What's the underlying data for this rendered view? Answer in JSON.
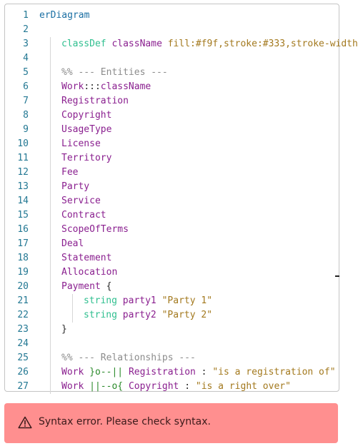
{
  "editor": {
    "colors": {
      "line_number": "#237893",
      "keyword": "#1a6fa3",
      "entity": "#8a1f8f",
      "comment": "#8c8c8c",
      "string": "#a3791e",
      "type": "#2fbf8f",
      "operator": "#2a8a2a",
      "default": "#2b2b2b"
    },
    "lines": [
      {
        "n": "1",
        "indent": 0,
        "tokens": [
          {
            "t": "erDiagram",
            "c": "keyword"
          }
        ]
      },
      {
        "n": "2",
        "indent": 0,
        "tokens": []
      },
      {
        "n": "3",
        "indent": 1,
        "tokens": [
          {
            "t": "classDef",
            "c": "type"
          },
          {
            "t": " className ",
            "c": "entity"
          },
          {
            "t": "fill:#f9f,stroke:#333,stroke-width",
            "c": "string"
          }
        ]
      },
      {
        "n": "4",
        "indent": 0,
        "tokens": []
      },
      {
        "n": "5",
        "indent": 1,
        "tokens": [
          {
            "t": "%% --- Entities ---",
            "c": "comment"
          }
        ]
      },
      {
        "n": "6",
        "indent": 1,
        "tokens": [
          {
            "t": "Work",
            "c": "entity"
          },
          {
            "t": ":::",
            "c": "default"
          },
          {
            "t": "className",
            "c": "entity"
          }
        ]
      },
      {
        "n": "7",
        "indent": 1,
        "tokens": [
          {
            "t": "Registration",
            "c": "entity"
          }
        ]
      },
      {
        "n": "8",
        "indent": 1,
        "tokens": [
          {
            "t": "Copyright",
            "c": "entity"
          }
        ]
      },
      {
        "n": "9",
        "indent": 1,
        "tokens": [
          {
            "t": "UsageType",
            "c": "entity"
          }
        ]
      },
      {
        "n": "10",
        "indent": 1,
        "tokens": [
          {
            "t": "License",
            "c": "entity"
          }
        ]
      },
      {
        "n": "11",
        "indent": 1,
        "tokens": [
          {
            "t": "Territory",
            "c": "entity"
          }
        ]
      },
      {
        "n": "12",
        "indent": 1,
        "tokens": [
          {
            "t": "Fee",
            "c": "entity"
          }
        ]
      },
      {
        "n": "13",
        "indent": 1,
        "tokens": [
          {
            "t": "Party",
            "c": "entity"
          }
        ]
      },
      {
        "n": "14",
        "indent": 1,
        "tokens": [
          {
            "t": "Service",
            "c": "entity"
          }
        ]
      },
      {
        "n": "15",
        "indent": 1,
        "tokens": [
          {
            "t": "Contract",
            "c": "entity"
          }
        ]
      },
      {
        "n": "16",
        "indent": 1,
        "tokens": [
          {
            "t": "ScopeOfTerms",
            "c": "entity"
          }
        ]
      },
      {
        "n": "17",
        "indent": 1,
        "tokens": [
          {
            "t": "Deal",
            "c": "entity"
          }
        ]
      },
      {
        "n": "18",
        "indent": 1,
        "tokens": [
          {
            "t": "Statement",
            "c": "entity"
          }
        ]
      },
      {
        "n": "19",
        "indent": 1,
        "tokens": [
          {
            "t": "Allocation",
            "c": "entity"
          }
        ]
      },
      {
        "n": "20",
        "indent": 1,
        "tokens": [
          {
            "t": "Payment",
            "c": "entity"
          },
          {
            "t": " {",
            "c": "default"
          }
        ]
      },
      {
        "n": "21",
        "indent": 2,
        "tokens": [
          {
            "t": "string",
            "c": "type"
          },
          {
            "t": " party1 ",
            "c": "entity"
          },
          {
            "t": "\"Party 1\"",
            "c": "string"
          }
        ]
      },
      {
        "n": "22",
        "indent": 2,
        "tokens": [
          {
            "t": "string",
            "c": "type"
          },
          {
            "t": " party2 ",
            "c": "entity"
          },
          {
            "t": "\"Party 2\"",
            "c": "string"
          }
        ]
      },
      {
        "n": "23",
        "indent": 1,
        "tokens": [
          {
            "t": "}",
            "c": "default"
          }
        ]
      },
      {
        "n": "24",
        "indent": 0,
        "tokens": []
      },
      {
        "n": "25",
        "indent": 1,
        "tokens": [
          {
            "t": "%% --- Relationships ---",
            "c": "comment"
          }
        ]
      },
      {
        "n": "26",
        "indent": 1,
        "tokens": [
          {
            "t": "Work",
            "c": "entity"
          },
          {
            "t": " }o--|| ",
            "c": "operator"
          },
          {
            "t": "Registration",
            "c": "entity"
          },
          {
            "t": " : ",
            "c": "default"
          },
          {
            "t": "\"is a registration of\"",
            "c": "string"
          }
        ]
      },
      {
        "n": "27",
        "indent": 1,
        "tokens": [
          {
            "t": "Work",
            "c": "entity"
          },
          {
            "t": " ||--o{ ",
            "c": "operator"
          },
          {
            "t": "Copyright",
            "c": "entity"
          },
          {
            "t": " : ",
            "c": "default"
          },
          {
            "t": "\"is a right over\"",
            "c": "string"
          }
        ]
      }
    ]
  },
  "error": {
    "message": "Syntax error. Please check syntax.",
    "icon": "warning-triangle-icon",
    "background": "#ff8f8f"
  }
}
